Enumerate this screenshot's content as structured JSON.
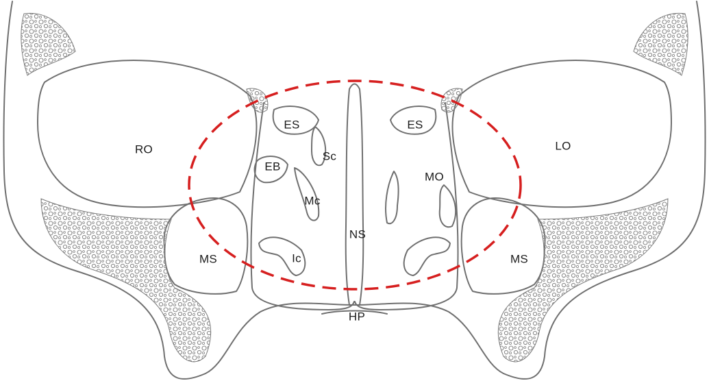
{
  "colors": {
    "outline": "#6f6f6f",
    "bone_texture": "#8a8a8a",
    "highlight_circle": "#d61f1f",
    "background": "#ffffff"
  },
  "labels": {
    "right_orbit": "RO",
    "left_orbit": "LO",
    "ethmoid_sinus_right": "ES",
    "ethmoid_sinus_left": "ES",
    "superior_concha": "Sc",
    "ethmoid_bulla": "EB",
    "middle_concha": "Mc",
    "maxillary_ostium": "MO",
    "nasal_septum": "NS",
    "maxillary_sinus_right": "MS",
    "maxillary_sinus_left": "MS",
    "inferior_concha": "Ic",
    "hard_palate": "HP"
  }
}
